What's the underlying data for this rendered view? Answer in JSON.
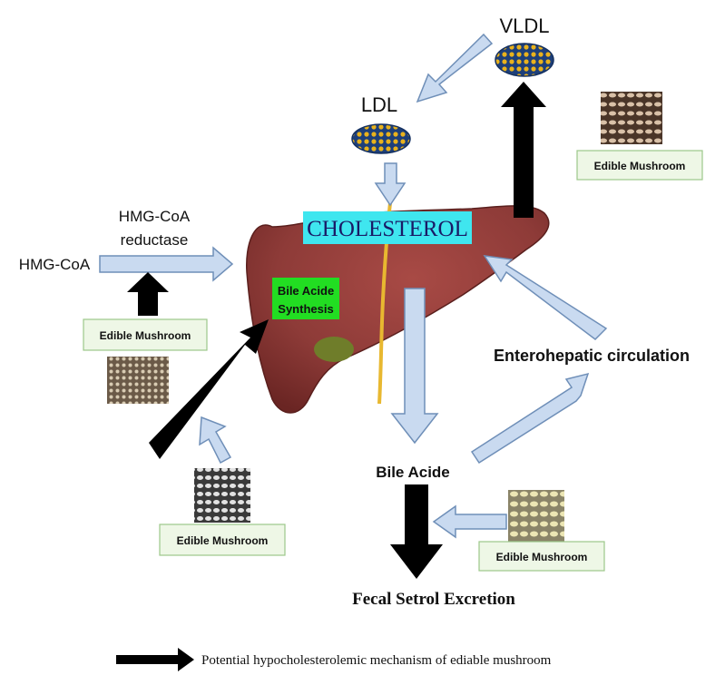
{
  "labels": {
    "vldl": "VLDL",
    "ldl": "LDL",
    "cholesterol": "CHOLESTEROL",
    "hmg_coa_reductase_line1": "HMG-CoA",
    "hmg_coa_reductase_line2": "reductase",
    "hmg_coa": "HMG-CoA",
    "bile_acid_synthesis_line1": "Bile Acide",
    "bile_acid_synthesis_line2": "Synthesis",
    "enterohepatic": "Enterohepatic circulation",
    "bile_acid": "Bile Acide",
    "fecal_excretion": "Fecal Setrol  Excretion",
    "legend": "Potential  hypocholesterolemic mechanism of ediable mushroom"
  },
  "mushroom_boxes": [
    {
      "label": "Edible Mushroom"
    },
    {
      "label": "Edible Mushroom"
    },
    {
      "label": "Edible Mushroom"
    },
    {
      "label": "Edible Mushroom"
    }
  ],
  "colors": {
    "liver": "#8e3b38",
    "light_arrow": "#c9daf0",
    "light_arrow_stroke": "#6f8fb8",
    "cholesterol_bg": "#3fe6ef",
    "synthesis_bg": "#22dd22",
    "mushroom_box_bg": "#eef7e6",
    "mushroom_box_border": "#9cc78a"
  }
}
